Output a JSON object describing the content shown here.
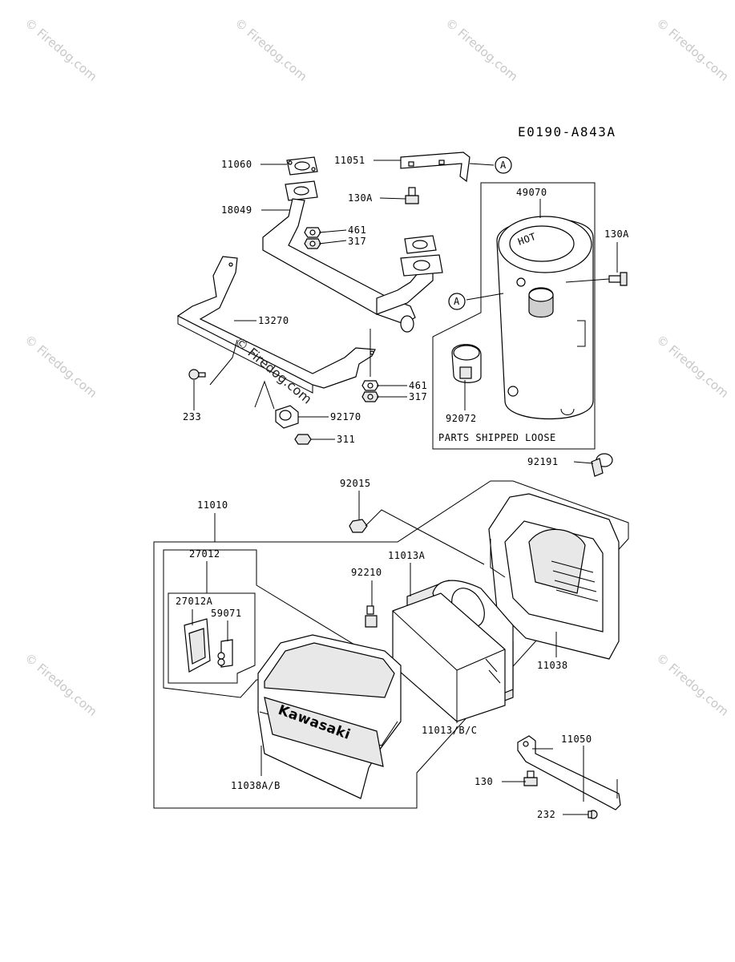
{
  "diagram_code": "E0190-A843A",
  "callouts": {
    "p11060": "11060",
    "p11051": "11051",
    "p130A_top": "130A",
    "p18049": "18049",
    "p461_a": "461",
    "p317_a": "317",
    "p49070": "49070",
    "p130A_right": "130A",
    "p13270": "13270",
    "p461_b": "461",
    "p317_b": "317",
    "p233": "233",
    "p92170": "92170",
    "p311": "311",
    "p92072": "92072",
    "p92191": "92191",
    "p92015": "92015",
    "p11010": "11010",
    "p27012": "27012",
    "p11013A": "11013A",
    "p92210": "92210",
    "p27012A": "27012A",
    "p59071": "59071",
    "p11038": "11038",
    "p11013BC": "11013/B/C",
    "p11050": "11050",
    "p11038AB": "11038A/B",
    "p130": "130",
    "p232": "232"
  },
  "ref_marker": "A",
  "note": "PARTS SHIPPED LOOSE",
  "part_text": {
    "hot": "HOT",
    "brand": "Kawasaki"
  },
  "watermark": "© Firedog.com"
}
